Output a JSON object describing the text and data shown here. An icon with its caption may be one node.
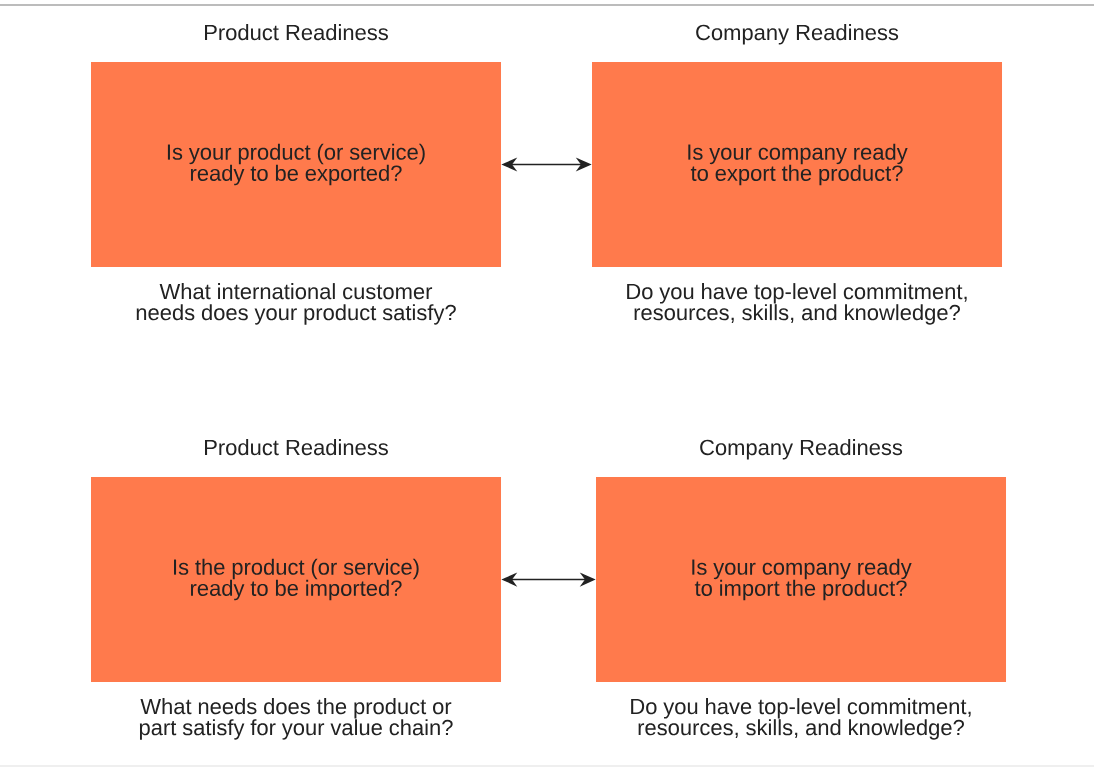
{
  "diagram": {
    "nodes": [
      {
        "text": [
          "Product Readiness",
          "Is your product (or service) ready to be exported?"
        ],
        "beside": [
          "What international customer needs does your product satisfy?"
        ]
      },
      {
        "text": [
          "Company Readiness",
          "Is your company ready to export the product?"
        ],
        "beside": [
          "Do you have top-level commitment, resources, skills, and knowledge?"
        ]
      },
      {
        "text": [
          "Product Readiness",
          "Is the product (or service) ready to be imported?"
        ],
        "beside": [
          "What needs does the product or part satisfy for your value chain?"
        ]
      },
      {
        "text": [
          "Company Readiness",
          "Is your company ready to import the product?"
        ],
        "beside": [
          "Do you have top-level commitment, resources, skills, and knowledge?"
        ]
      }
    ],
    "edges": [
      {
        "from": 0,
        "to": 1,
        "arrow": "both"
      },
      {
        "from": 2,
        "to": 3,
        "arrow": "both"
      }
    ]
  }
}
